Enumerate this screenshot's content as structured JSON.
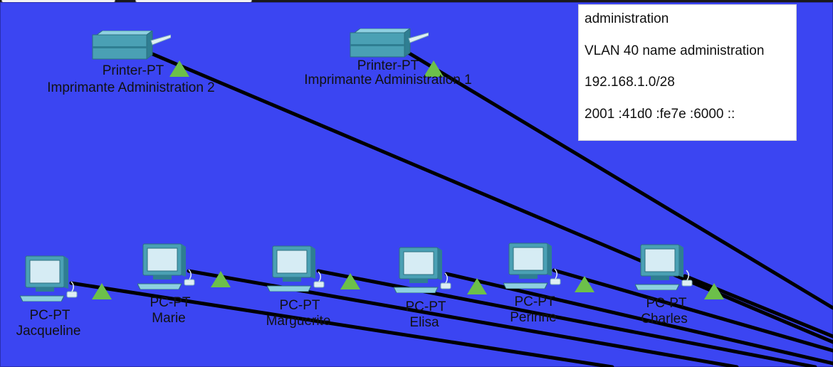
{
  "window": {
    "tabs": [
      "",
      ""
    ]
  },
  "colors": {
    "workspace": "#3b45f2",
    "link": "#000000",
    "link_status": "#6cc04a",
    "device_body": "#4aa0b4",
    "screen": "#d6ecf4"
  },
  "note": {
    "lines": [
      "administration",
      "VLAN 40 name administration",
      "192.168.1.0/28",
      "2001 :41d0 :fe7e :6000 ::"
    ]
  },
  "printers": [
    {
      "model": "Printer-PT",
      "name": "Imprimante Administration 2",
      "icon": "printer-icon"
    },
    {
      "model": "Printer-PT",
      "name": "Imprimante Administration 1",
      "icon": "printer-icon"
    }
  ],
  "pcs": [
    {
      "model": "PC-PT",
      "name": "Jacqueline",
      "icon": "pc-icon"
    },
    {
      "model": "PC-PT",
      "name": "Marie",
      "icon": "pc-icon"
    },
    {
      "model": "PC-PT",
      "name": "Marguerite",
      "icon": "pc-icon"
    },
    {
      "model": "PC-PT",
      "name": "Elisa",
      "icon": "pc-icon"
    },
    {
      "model": "PC-PT",
      "name": "Perinne",
      "icon": "pc-icon"
    },
    {
      "model": "PC-PT",
      "name": "Charles",
      "icon": "pc-icon"
    }
  ]
}
